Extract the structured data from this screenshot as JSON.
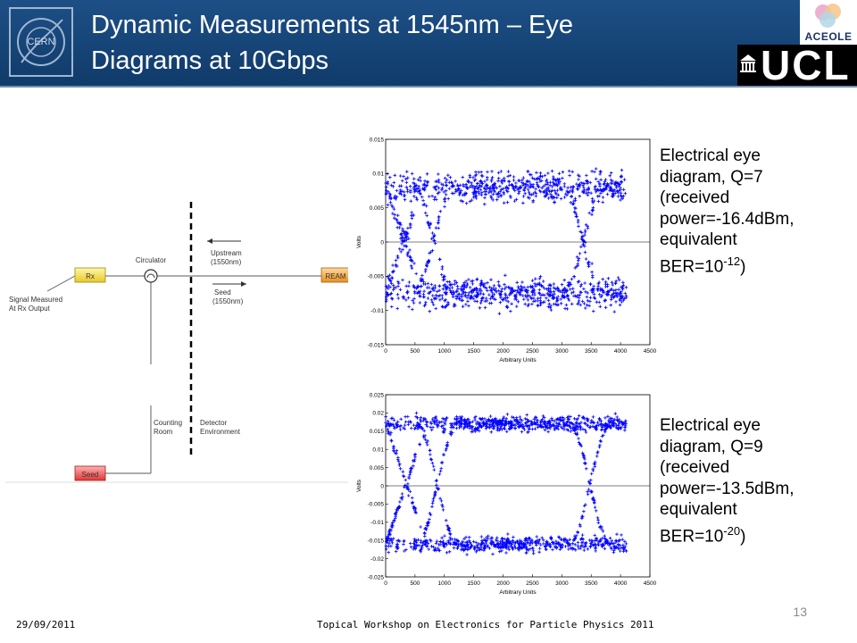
{
  "header": {
    "title_line1": "Dynamic Measurements at 1545nm – Eye",
    "title_line2": "Diagrams at 10Gbps",
    "logos": {
      "left": "CERN",
      "right_top": "ACEOLE",
      "right_bottom": "UCL"
    },
    "colors": {
      "banner": "#1d4f86",
      "plot_series": "#0000ff"
    }
  },
  "diagram": {
    "rx": "Rx",
    "ream": "REAM",
    "seed_box": "Seed",
    "signal_line1": "Signal Measured",
    "signal_line2": "At Rx Output",
    "circulator": "Circulator",
    "upstream_line1": "Upstream",
    "upstream_line2": "(1550nm)",
    "seed_line1": "Seed",
    "seed_line2": "(1550nm)",
    "counting_line1": "Counting",
    "counting_line2": "Room",
    "detector_line1": "Detector",
    "detector_line2": "Environment"
  },
  "captions": [
    {
      "lines": [
        "Electrical eye",
        "diagram, Q=7",
        "(received",
        "power=-16.4dBm,",
        "equivalent"
      ],
      "ber_prefix": "BER=10",
      "ber_exp": "-12",
      "ber_suffix": ")"
    },
    {
      "lines": [
        "Electrical eye",
        "diagram, Q=9",
        "(received",
        "power=-13.5dBm,",
        "equivalent"
      ],
      "ber_prefix": "BER=10",
      "ber_exp": "-20",
      "ber_suffix": ")"
    }
  ],
  "footer": {
    "date": "29/09/2011",
    "event": "Topical Workshop on Electronics for Particle Physics 2011",
    "page": "13"
  },
  "chart_data": [
    {
      "type": "scatter",
      "title": "",
      "xlabel": "Arbitrary Units",
      "ylabel": "Volts",
      "xlim": [
        0,
        4500
      ],
      "ylim": [
        -0.015,
        0.015
      ],
      "xticks": [
        "0",
        "500",
        "1000",
        "1500",
        "2000",
        "2500",
        "3000",
        "3500",
        "4000",
        "4500"
      ],
      "yticks": [
        "0.015",
        "0.01",
        "0.005",
        "0",
        "-0.005",
        "-0.01",
        "-0.015"
      ],
      "zero_line": true,
      "series": [
        {
          "x_range": [
            0,
            4100
          ],
          "high_level": 0.008,
          "low_level": -0.0075,
          "spread": 0.0018,
          "crossings": [
            820,
            3370
          ],
          "values": []
        }
      ]
    },
    {
      "type": "scatter",
      "title": "",
      "xlabel": "Arbitrary Units",
      "ylabel": "Volts",
      "xlim": [
        0,
        4500
      ],
      "ylim": [
        -0.025,
        0.025
      ],
      "xticks": [
        "0",
        "500",
        "1000",
        "1500",
        "2000",
        "2500",
        "3000",
        "3500",
        "4000",
        "4500"
      ],
      "yticks": [
        "0.025",
        "0.02",
        "0.015",
        "0.01",
        "0.005",
        "0",
        "-0.005",
        "-0.01",
        "-0.015",
        "-0.02",
        "-0.025"
      ],
      "zero_line": true,
      "series": [
        {
          "x_range": [
            0,
            4100
          ],
          "high_level": 0.017,
          "low_level": -0.016,
          "spread": 0.0018,
          "crossings": [
            880,
            3480
          ],
          "values": []
        }
      ]
    }
  ]
}
